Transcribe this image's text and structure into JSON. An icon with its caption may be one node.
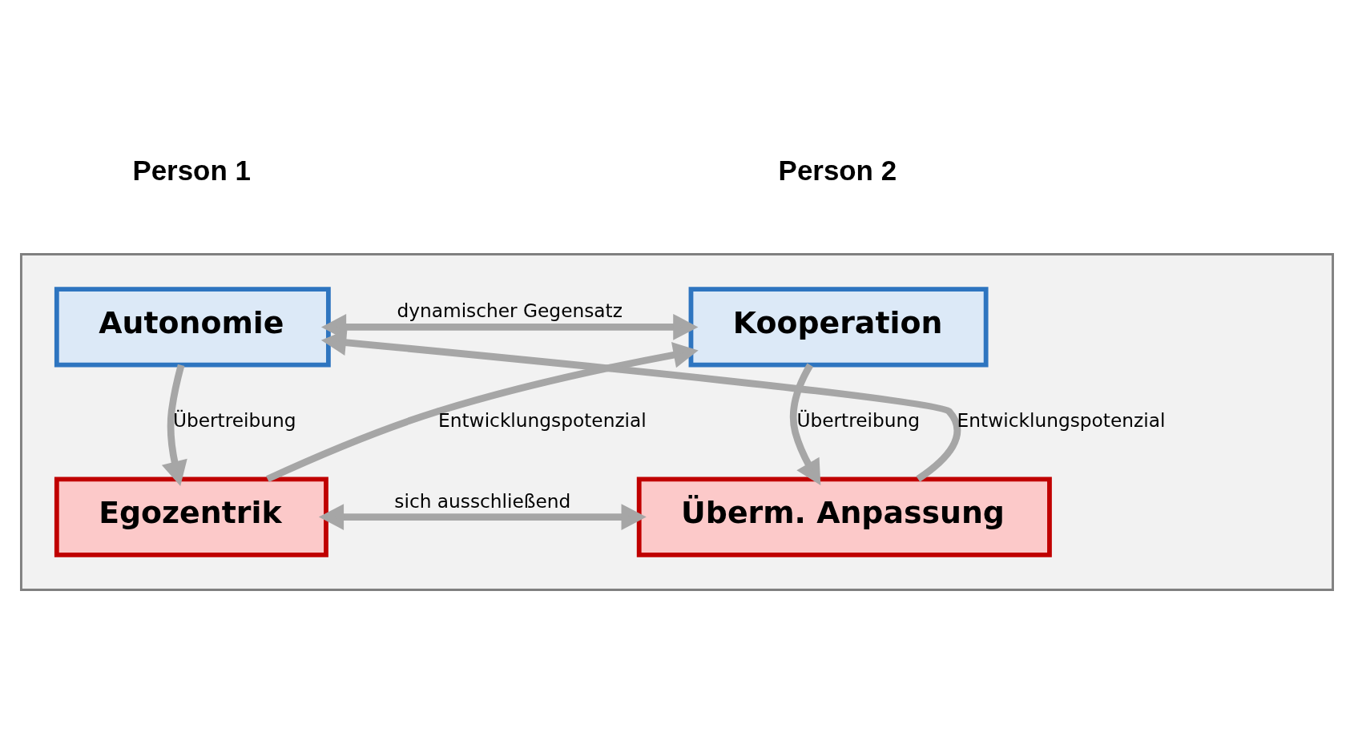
{
  "diagram": {
    "nodes": [
      {
        "text": [],
        "shape": "box"
      },
      {
        "text": [
          "Autonomie"
        ],
        "in": 0
      },
      {
        "text": [
          "Kooperation"
        ],
        "in": 0
      },
      {
        "text": [
          "Egozentrik"
        ],
        "in": 0
      },
      {
        "text": [
          "Überm. Anpassung"
        ],
        "in": 0
      }
    ],
    "edges": [
      {
        "from": 1,
        "to": 2,
        "arrow": "both",
        "label": "dynamischer Gegensatz"
      },
      {
        "from": 1,
        "to": 3,
        "arrow": "to",
        "label": "Übertreibung"
      },
      {
        "from": 2,
        "to": 4,
        "arrow": "to",
        "label": "Übertreibung"
      },
      {
        "from": 3,
        "to": 2,
        "arrow": "to",
        "label": "Entwicklungspotenzial"
      },
      {
        "from": 4,
        "to": 1,
        "arrow": "to",
        "label": "Entwicklungspotenzial"
      },
      {
        "from": 3,
        "to": 4,
        "arrow": "both",
        "label": "sich ausschließend"
      }
    ],
    "labels": [
      "Person 1",
      "Person 2"
    ]
  }
}
